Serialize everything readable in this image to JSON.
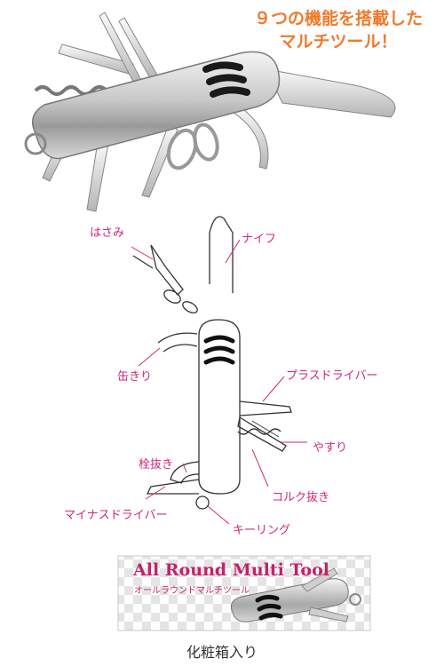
{
  "headline": {
    "line1": "９つの機能を搭載した",
    "line2": "マルチツール！"
  },
  "callouts": {
    "scissors": "はさみ",
    "knife": "ナイフ",
    "can_opener": "缶きり",
    "phillips": "プラスドライバー",
    "file": "やすり",
    "bottle_opener": "栓抜き",
    "corkscrew": "コルク抜き",
    "flathead": "マイナスドライバー",
    "key_ring": "キーリング"
  },
  "package": {
    "title": "All Round Multi Tool",
    "subtitle": "オールラウンドマルチツール"
  },
  "caption": "化粧箱入り",
  "colors": {
    "headline": "#f07a2c",
    "callout": "#d1277d",
    "package_text": "#c4206b"
  }
}
